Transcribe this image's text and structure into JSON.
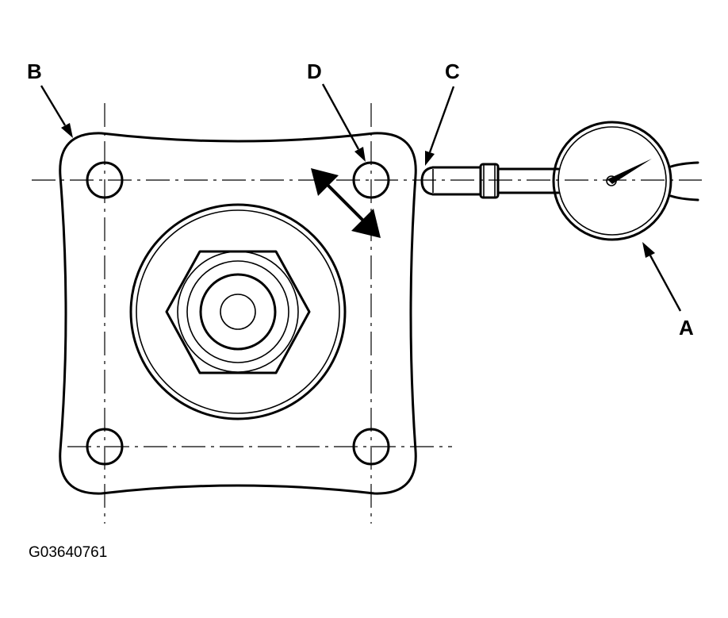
{
  "callouts": {
    "a": "A",
    "b": "B",
    "c": "C",
    "d": "D"
  },
  "figure_id": "G03640761",
  "colors": {
    "ink": "#000000",
    "background": "#ffffff"
  }
}
